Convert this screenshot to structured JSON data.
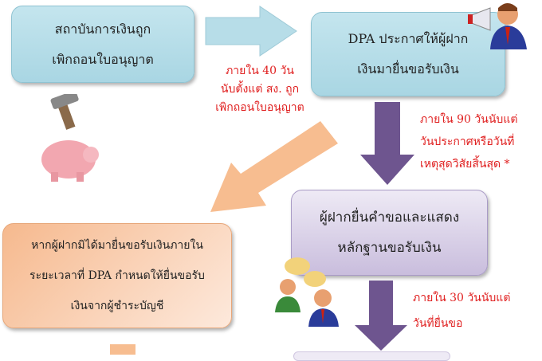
{
  "box_closed": {
    "line1": "สถาบันการเงินถูก",
    "line2": "เพิกถอนใบอนุญาต"
  },
  "box_announce": {
    "line1": "DPA ประกาศให้ผู้ฝาก",
    "line2": "เงินมายื่นขอรับเงิน"
  },
  "note_40": {
    "line1": "ภายใน 40 วัน",
    "line2": "นับตั้งแต่ สง. ถูก",
    "line3": "เพิกถอนใบอนุญาต"
  },
  "note_90": {
    "line1": "ภายใน 90 วันนับแต่",
    "line2": "วันประกาศหรือวันที่",
    "line3": "เหตุสุดวิสัยสิ้นสุด *"
  },
  "box_claim": {
    "line1": "ผู้ฝากยื่นคำขอและแสดง",
    "line2": "หลักฐานขอรับเงิน"
  },
  "box_unclaimed": {
    "line1": "หากผู้ฝากมิได้มายื่นขอรับเงินภายใน",
    "line2": "ระยะเวลาที่ DPA กำหนดให้ยื่นขอรับ",
    "line3": "เงินจากผู้ชำระบัญชี"
  },
  "note_30": {
    "line1": "ภายใน 30 วันนับแต่",
    "line2": "วันที่ยื่นขอ"
  },
  "colors": {
    "blue": "#b7dde8",
    "purple": "#6e558f",
    "orange": "#f7bd90",
    "red": "#e02020"
  }
}
